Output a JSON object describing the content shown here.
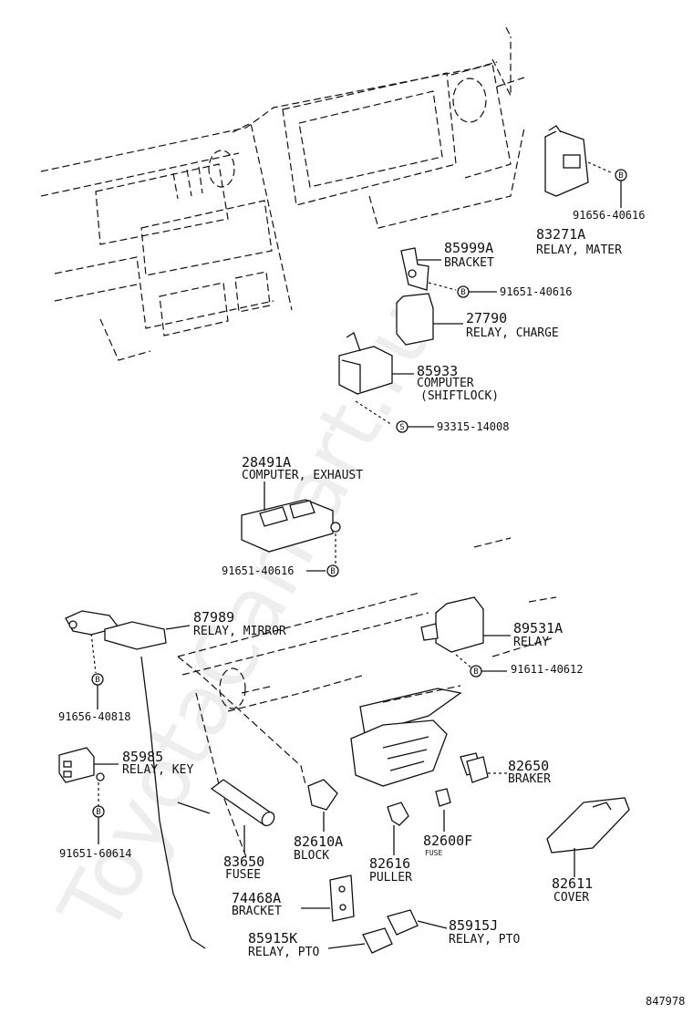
{
  "watermark": "ToyotaCarPart.ru",
  "diagram_code": "847978",
  "parts": {
    "relay_mater": {
      "number": "83271A",
      "name": "RELAY, MATER",
      "bolt": "91656-40616",
      "bolt_mark": "B"
    },
    "bracket_85999a": {
      "number": "85999A",
      "name": "BRACKET",
      "bolt": "91651-40616",
      "bolt_mark": "B"
    },
    "relay_charge": {
      "number": "27790",
      "name": "RELAY, CHARGE"
    },
    "computer_shiftlock": {
      "number": "85933",
      "name_line1": "COMPUTER",
      "name_line2": "(SHIFTLOCK)",
      "screw": "93315-14008",
      "screw_mark": "S"
    },
    "computer_exhaust": {
      "number": "28491A",
      "name": "COMPUTER, EXHAUST",
      "bolt": "91651-40616",
      "bolt_mark": "B"
    },
    "relay_mirror": {
      "number": "87989",
      "name": "RELAY, MIRROR",
      "bolt": "91656-40818",
      "bolt_mark": "B"
    },
    "relay_89531a": {
      "number": "89531A",
      "name": "RELAY",
      "bolt": "91611-40612",
      "bolt_mark": "B"
    },
    "relay_key": {
      "number": "85985",
      "name": "RELAY, KEY",
      "bolt": "91651-60614",
      "bolt_mark": "B"
    },
    "braker": {
      "number": "82650",
      "name": "BRAKER"
    },
    "fusee": {
      "number": "83650",
      "name": "FUSEE"
    },
    "block": {
      "number": "82610A",
      "name": "BLOCK"
    },
    "puller": {
      "number": "82616",
      "name": "PULLER"
    },
    "fuse": {
      "number": "82600F",
      "name": "FUSE"
    },
    "cover": {
      "number": "82611",
      "name": "COVER"
    },
    "bracket_74468a": {
      "number": "74468A",
      "name": "BRACKET"
    },
    "relay_pto_k": {
      "number": "85915K",
      "name": "RELAY, PTO"
    },
    "relay_pto_j": {
      "number": "85915J",
      "name": "RELAY, PTO"
    }
  }
}
